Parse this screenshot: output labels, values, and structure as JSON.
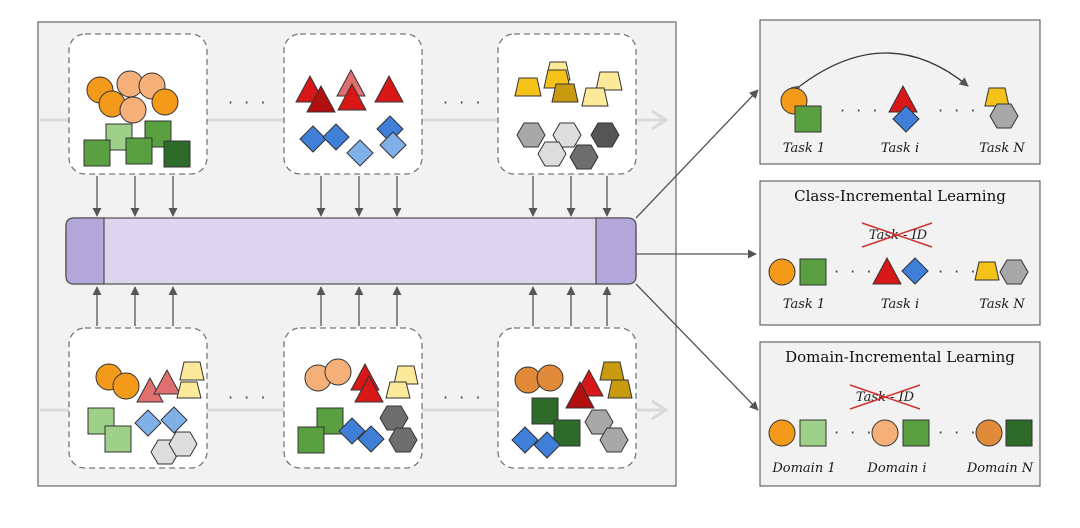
{
  "panels": {
    "task_incremental": {
      "title": "",
      "labels": [
        "Task 1",
        "Task i",
        "Task N"
      ]
    },
    "class_incremental": {
      "title": "Class-Incremental Learning",
      "crossed_text": "Task - ID",
      "labels": [
        "Task 1",
        "Task i",
        "Task N"
      ]
    },
    "domain_incremental": {
      "title": "Domain-Incremental Learning",
      "crossed_text": "Task - ID",
      "labels": [
        "Domain 1",
        "Domain i",
        "Domain N"
      ]
    }
  },
  "ellipsis": "· · ·",
  "colors": {
    "outer_bg": "#f2f2f2",
    "model_bar": "#ddd5ee",
    "model_bar_end": "#b3a6d9",
    "cross": "#d03030",
    "orange": "#f39a1a",
    "orange_light": "#f5b07a",
    "green_dark": "#2e6b2a",
    "green": "#5aa040",
    "green_light": "#9fd08a",
    "red": "#d81818",
    "red_light": "#e07070",
    "blue": "#3f7fd8",
    "blue_light": "#7fb0e8",
    "yellow": "#f5c21a",
    "yellow_light": "#fde99a",
    "gold": "#c89a10",
    "gray": "#a8a8a8",
    "gray_light": "#dddddd",
    "gray_dark": "#6e6e6e"
  }
}
